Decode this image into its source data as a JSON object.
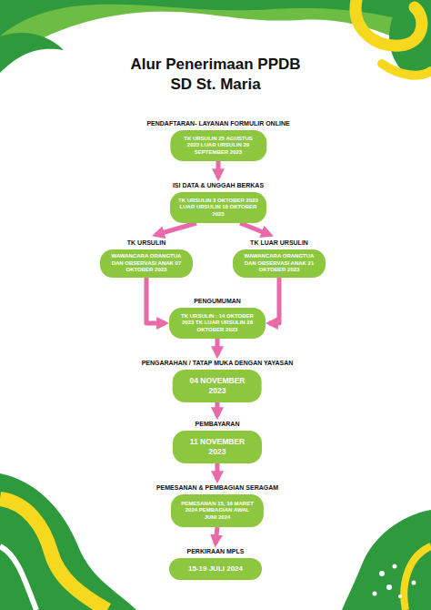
{
  "diagram": {
    "title": "Alur Penerimaan PPDB SD St. Maria",
    "nodes": [
      {
        "text": [
          "PENDAFTARAN- LAYANAN FORMULIR ONLINE",
          "TK URSULIN 25 AGUSTUS 2023 LUAR URSULIN 29 SEPTEMBER 2023"
        ]
      },
      {
        "text": [
          "ISI DATA & UNGGAH BERKAS",
          "TK URSULIN 3 OKTOBER 2023 LUAR URSULIN 18 OKTOBER 2023"
        ]
      },
      {
        "text": [
          "TK URSULIN",
          "WAWANCARA ORANGTUA DAN OBSERVASI ANAK 07 OKTOBER 2023"
        ]
      },
      {
        "text": [
          "TK LUAR URSULIN",
          "WAWANCARA ORANGTUA DAN OBSERVASI ANAK 21 OKTOBER 2023"
        ]
      },
      {
        "text": [
          "PENGUMUMAN",
          "TK URSULIN : 14 OKTOBER 2023 TK LUAR URSULIN 28 OKTOBER 2023"
        ]
      },
      {
        "text": [
          "PENGARAHAN / TATAP MUKA DENGAN YAYASAN",
          "04 NOVEMBER 2023"
        ]
      },
      {
        "text": [
          "PEMBAYARAN",
          "11 NOVEMBER 2023"
        ]
      },
      {
        "text": [
          "PEMESANAN & PEMBAGIAN SERAGAM",
          "PEMESANAN 15, 16 MARET 2024 PEMBAGIAN AWAL JUNI 2024"
        ]
      },
      {
        "text": [
          "PERKIRAAN MPLS",
          "15-19 JULI 2024"
        ]
      }
    ],
    "edges": [
      {
        "from": 0,
        "to": 1,
        "arrow": "to"
      },
      {
        "from": 1,
        "to": 2,
        "arrow": "to"
      },
      {
        "from": 1,
        "to": 3,
        "arrow": "to"
      },
      {
        "from": 2,
        "to": 4,
        "arrow": "to"
      },
      {
        "from": 3,
        "to": 4,
        "arrow": "to"
      },
      {
        "from": 4,
        "to": 5,
        "arrow": "to"
      },
      {
        "from": 5,
        "to": 6,
        "arrow": "to"
      },
      {
        "from": 6,
        "to": 7,
        "arrow": "to"
      },
      {
        "from": 7,
        "to": 8,
        "arrow": "to"
      }
    ]
  }
}
